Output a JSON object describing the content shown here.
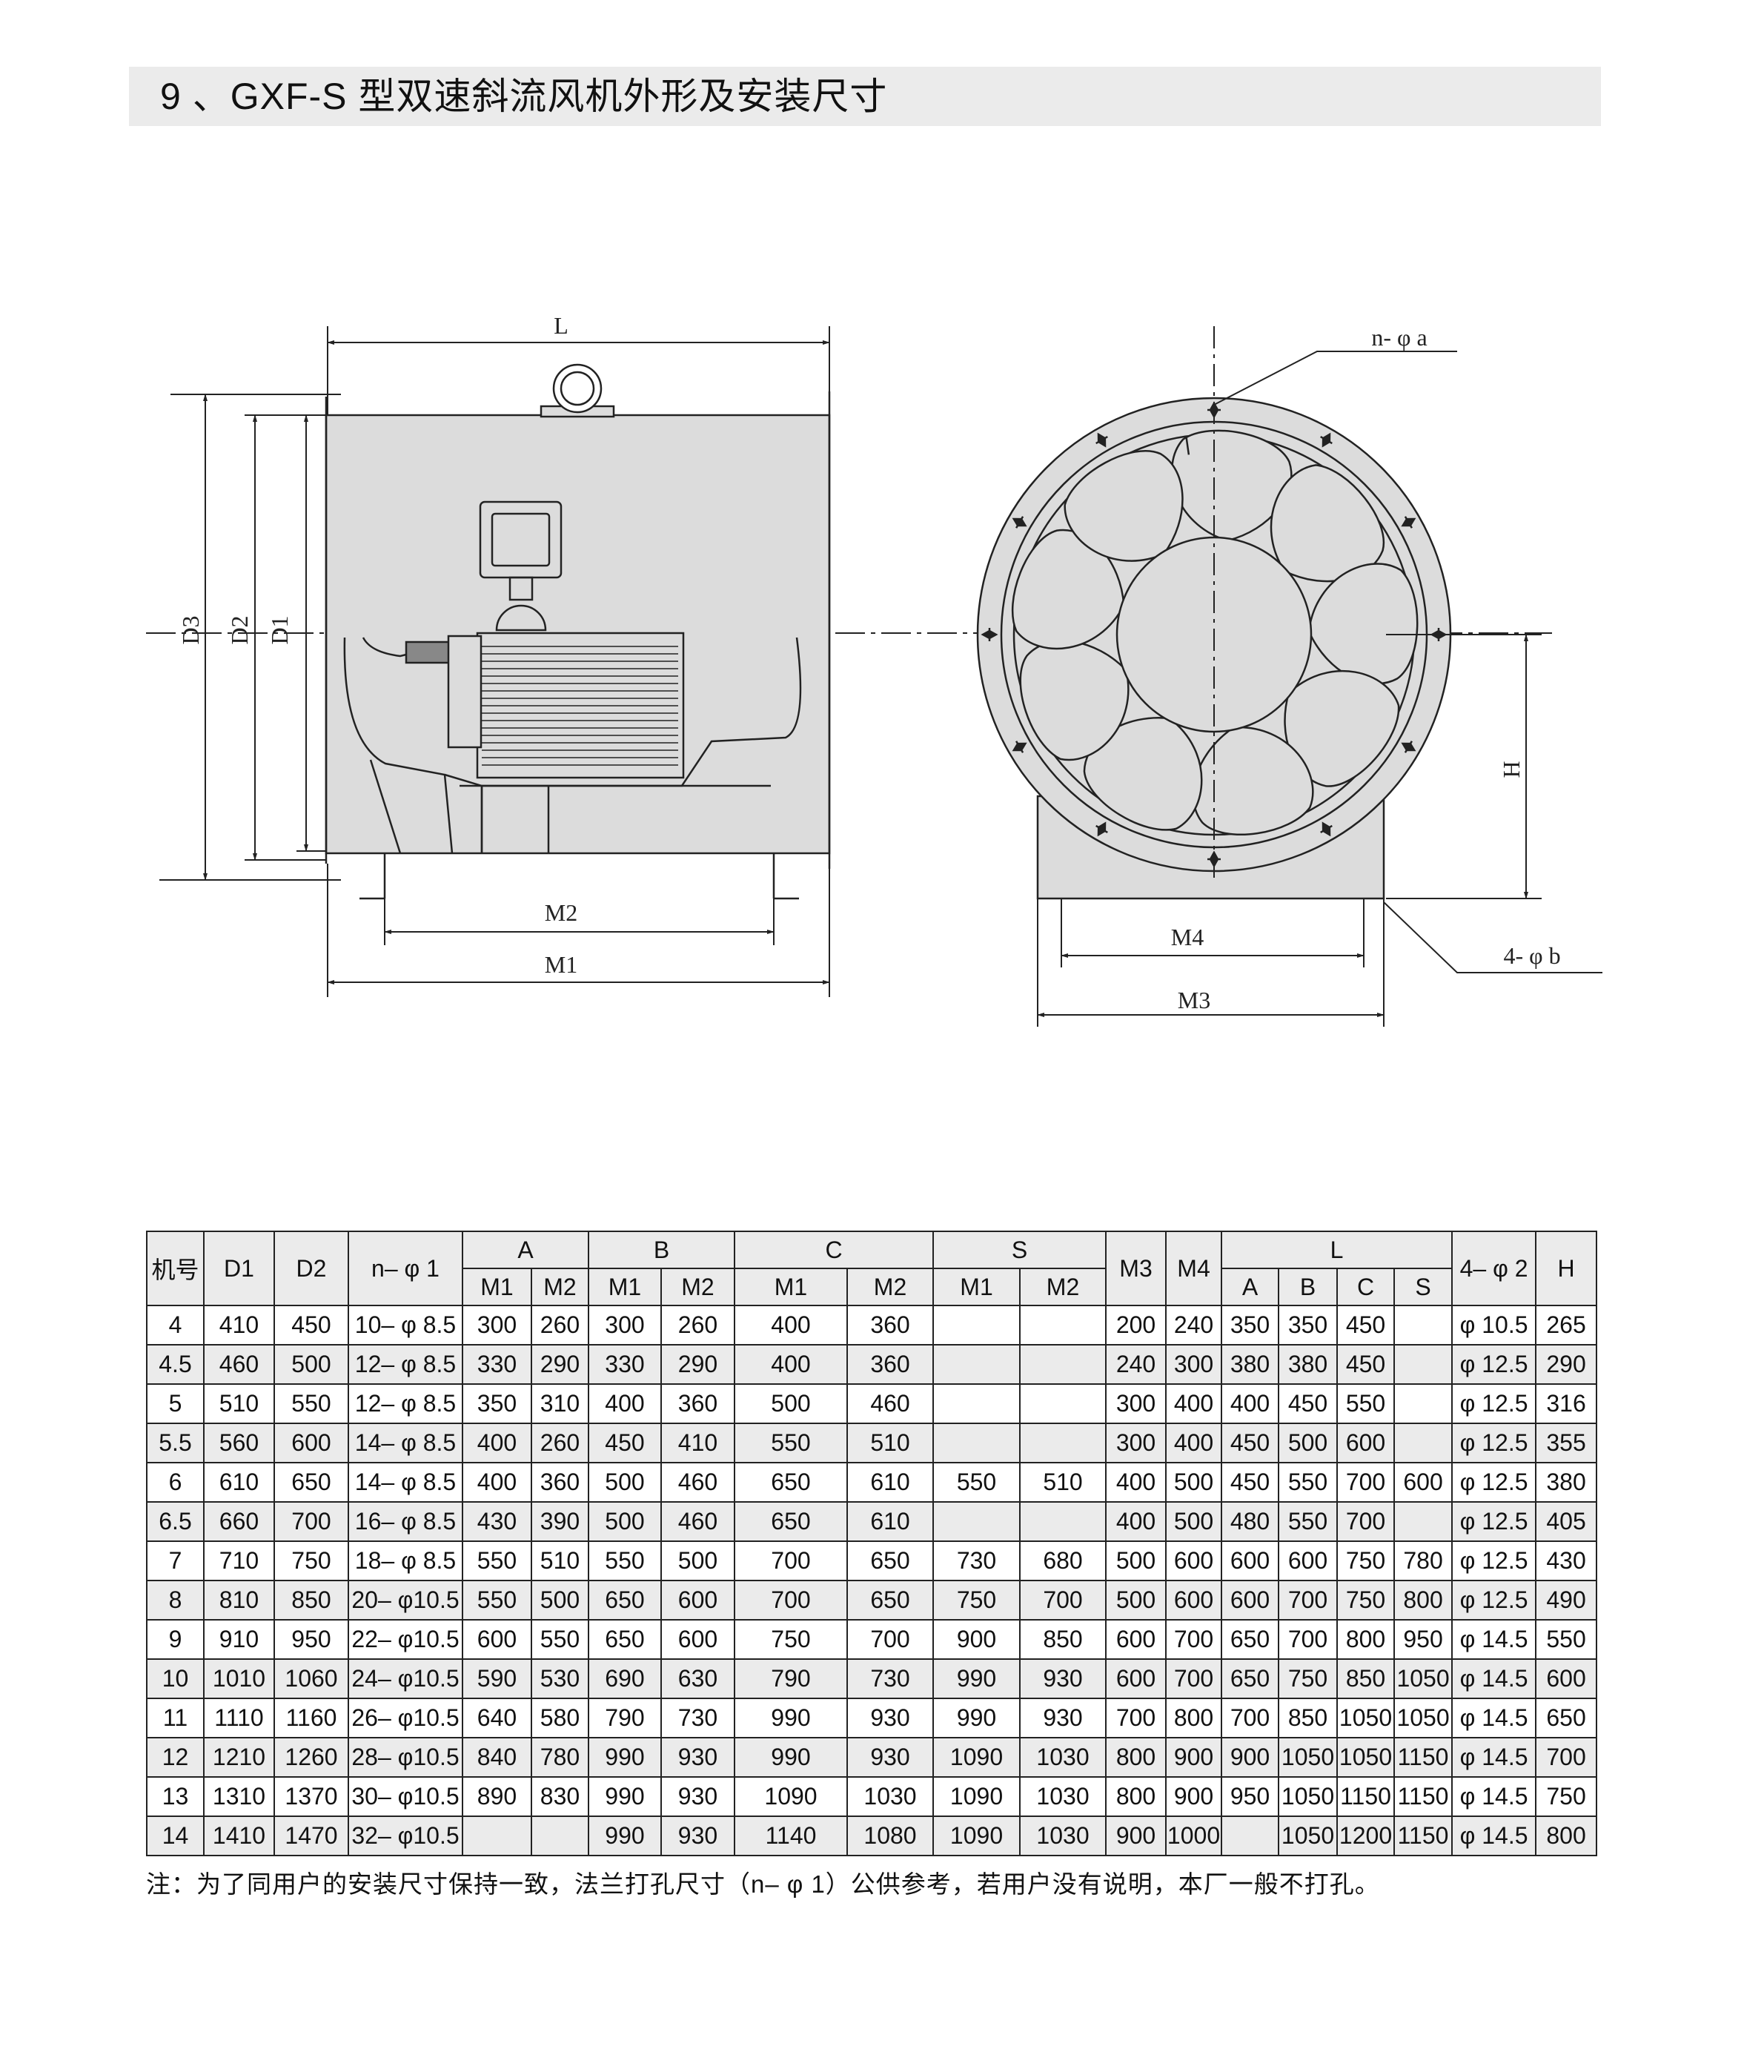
{
  "title": "9 、GXF-S 型双速斜流风机外形及安装尺寸",
  "drawing": {
    "side_view": {
      "L": "L",
      "D3": "D3",
      "D2": "D2",
      "D1": "D1",
      "M2": "M2",
      "M1": "M1"
    },
    "front_view": {
      "n_phi_a": "n- φ a",
      "H": "H",
      "M4": "M4",
      "M3": "M3",
      "four_phi_b": "4- φ b"
    },
    "fill_color": "#dcdcdc"
  },
  "table": {
    "header_top": {
      "no": "机号",
      "D1": "D1",
      "D2": "D2",
      "n_phi1": "n– φ 1",
      "A": "A",
      "B": "B",
      "C": "C",
      "S": "S",
      "M3": "M3",
      "M4": "M4",
      "L": "L",
      "four_phi2": "4– φ 2",
      "H": "H"
    },
    "header_sub": [
      "M1",
      "M2",
      "M1",
      "M2",
      "M1",
      "M2",
      "M1",
      "M2",
      "A",
      "B",
      "C",
      "S"
    ],
    "rows": [
      [
        "4",
        "410",
        "450",
        "10– φ 8.5",
        "300",
        "260",
        "300",
        "260",
        "400",
        "360",
        "",
        "",
        "200",
        "240",
        "350",
        "350",
        "450",
        "",
        "φ 10.5",
        "265"
      ],
      [
        "4.5",
        "460",
        "500",
        "12– φ 8.5",
        "330",
        "290",
        "330",
        "290",
        "400",
        "360",
        "",
        "",
        "240",
        "300",
        "380",
        "380",
        "450",
        "",
        "φ 12.5",
        "290"
      ],
      [
        "5",
        "510",
        "550",
        "12– φ 8.5",
        "350",
        "310",
        "400",
        "360",
        "500",
        "460",
        "",
        "",
        "300",
        "400",
        "400",
        "450",
        "550",
        "",
        "φ 12.5",
        "316"
      ],
      [
        "5.5",
        "560",
        "600",
        "14– φ 8.5",
        "400",
        "260",
        "450",
        "410",
        "550",
        "510",
        "",
        "",
        "300",
        "400",
        "450",
        "500",
        "600",
        "",
        "φ 12.5",
        "355"
      ],
      [
        "6",
        "610",
        "650",
        "14– φ 8.5",
        "400",
        "360",
        "500",
        "460",
        "650",
        "610",
        "550",
        "510",
        "400",
        "500",
        "450",
        "550",
        "700",
        "600",
        "φ 12.5",
        "380"
      ],
      [
        "6.5",
        "660",
        "700",
        "16– φ 8.5",
        "430",
        "390",
        "500",
        "460",
        "650",
        "610",
        "",
        "",
        "400",
        "500",
        "480",
        "550",
        "700",
        "",
        "φ 12.5",
        "405"
      ],
      [
        "7",
        "710",
        "750",
        "18– φ 8.5",
        "550",
        "510",
        "550",
        "500",
        "700",
        "650",
        "730",
        "680",
        "500",
        "600",
        "600",
        "600",
        "750",
        "780",
        "φ 12.5",
        "430"
      ],
      [
        "8",
        "810",
        "850",
        "20– φ10.5",
        "550",
        "500",
        "650",
        "600",
        "700",
        "650",
        "750",
        "700",
        "500",
        "600",
        "600",
        "700",
        "750",
        "800",
        "φ 12.5",
        "490"
      ],
      [
        "9",
        "910",
        "950",
        "22– φ10.5",
        "600",
        "550",
        "650",
        "600",
        "750",
        "700",
        "900",
        "850",
        "600",
        "700",
        "650",
        "700",
        "800",
        "950",
        "φ 14.5",
        "550"
      ],
      [
        "10",
        "1010",
        "1060",
        "24– φ10.5",
        "590",
        "530",
        "690",
        "630",
        "790",
        "730",
        "990",
        "930",
        "600",
        "700",
        "650",
        "750",
        "850",
        "1050",
        "φ 14.5",
        "600"
      ],
      [
        "11",
        "1110",
        "1160",
        "26– φ10.5",
        "640",
        "580",
        "790",
        "730",
        "990",
        "930",
        "990",
        "930",
        "700",
        "800",
        "700",
        "850",
        "1050",
        "1050",
        "φ 14.5",
        "650"
      ],
      [
        "12",
        "1210",
        "1260",
        "28– φ10.5",
        "840",
        "780",
        "990",
        "930",
        "990",
        "930",
        "1090",
        "1030",
        "800",
        "900",
        "900",
        "1050",
        "1050",
        "1150",
        "φ 14.5",
        "700"
      ],
      [
        "13",
        "1310",
        "1370",
        "30– φ10.5",
        "890",
        "830",
        "990",
        "930",
        "1090",
        "1030",
        "1090",
        "1030",
        "800",
        "900",
        "950",
        "1050",
        "1150",
        "1150",
        "φ 14.5",
        "750"
      ],
      [
        "14",
        "1410",
        "1470",
        "32– φ10.5",
        "",
        "",
        "990",
        "930",
        "1140",
        "1080",
        "1090",
        "1030",
        "900",
        "1000",
        "",
        "1050",
        "1200",
        "1150",
        "φ 14.5",
        "800"
      ]
    ]
  },
  "note": "注：为了同用户的安装尺寸保持一致，法兰打孔尺寸（n– φ 1）公供参考，若用户没有说明，本厂一般不打孔。"
}
